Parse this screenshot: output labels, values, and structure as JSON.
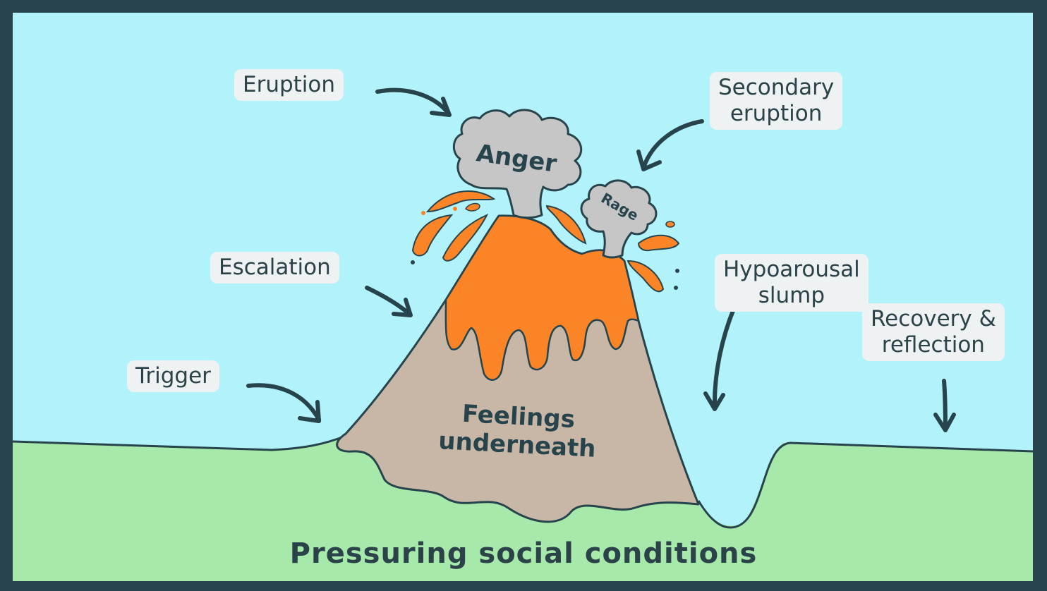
{
  "labels": {
    "eruption": "Eruption",
    "secondary_eruption": [
      "Secondary",
      "eruption"
    ],
    "escalation": "Escalation",
    "hypoarousal_slump": [
      "Hypoarousal",
      "slump"
    ],
    "trigger": "Trigger",
    "recovery_reflection": [
      "Recovery &",
      "reflection"
    ]
  },
  "cloud_labels": {
    "anger": "Anger",
    "rage": "Rage"
  },
  "mountain_label": [
    "Feelings",
    "underneath"
  ],
  "ground_label": "Pressuring social conditions",
  "colors": {
    "frame": "#27444c",
    "sky": "#b2f2fb",
    "ground": "#a7e8ab",
    "lava": "#fb8427",
    "mountain": "#c8b7a6",
    "smoke": "#c6c6c6",
    "label_bg": "#eef2f2",
    "text": "#2b4249"
  }
}
